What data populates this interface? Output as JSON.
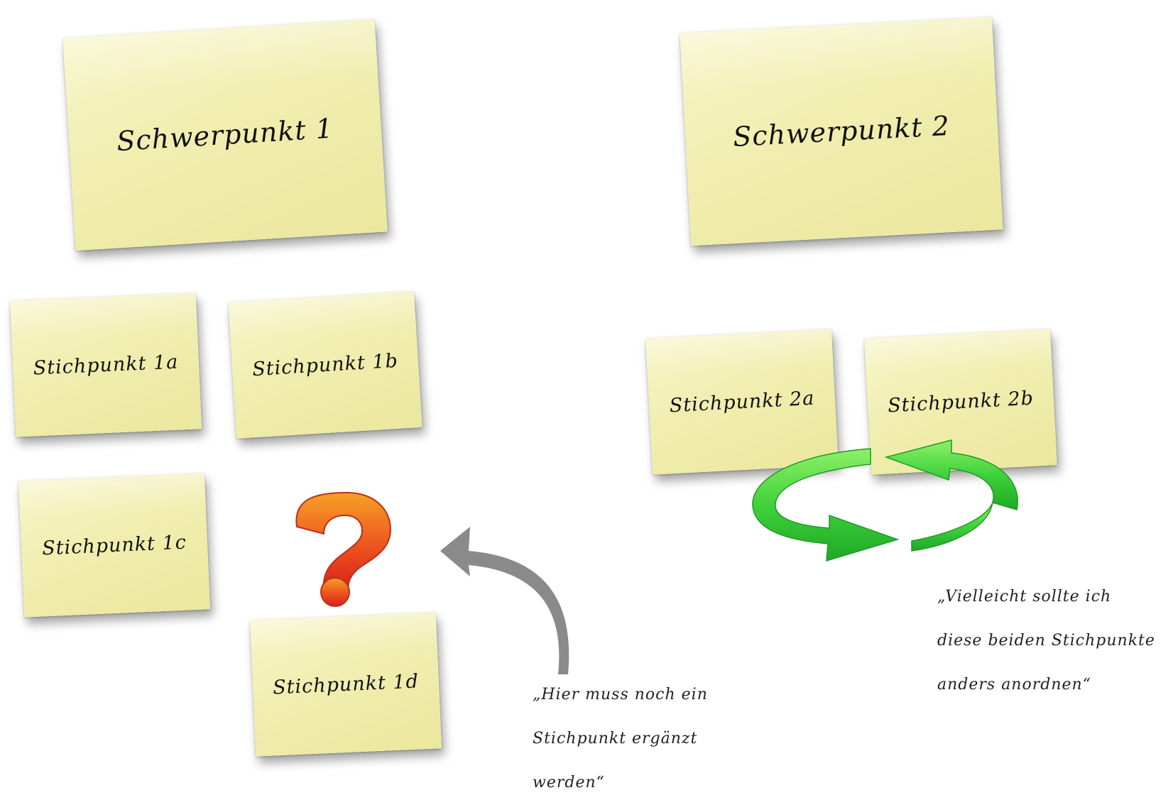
{
  "focus_notes": [
    {
      "id": "1",
      "label": "Schwerpunkt 1"
    },
    {
      "id": "2",
      "label": "Schwerpunkt 2"
    }
  ],
  "bullet_notes": {
    "n1a": "Stichpunkt 1a",
    "n1b": "Stichpunkt 1b",
    "n1c": "Stichpunkt 1c",
    "n1d": "Stichpunkt 1d",
    "n2a": "Stichpunkt 2a",
    "n2b": "Stichpunkt 2b"
  },
  "comments": {
    "missing": [
      "„Hier muss noch ein",
      "Stichpunkt ergänzt",
      "werden“"
    ],
    "reorder": [
      "„Vielleicht sollte ich",
      "diese beiden Stichpunkte",
      "anders anordnen“"
    ]
  },
  "icons": {
    "question": "question-mark-icon",
    "arrow": "curved-arrow-icon",
    "swap": "circular-swap-arrows-icon"
  },
  "colors": {
    "note": "#f1eeb0",
    "question": "#e84a1c",
    "arrow": "#8a8a8a",
    "swap": "#3fd23a"
  }
}
